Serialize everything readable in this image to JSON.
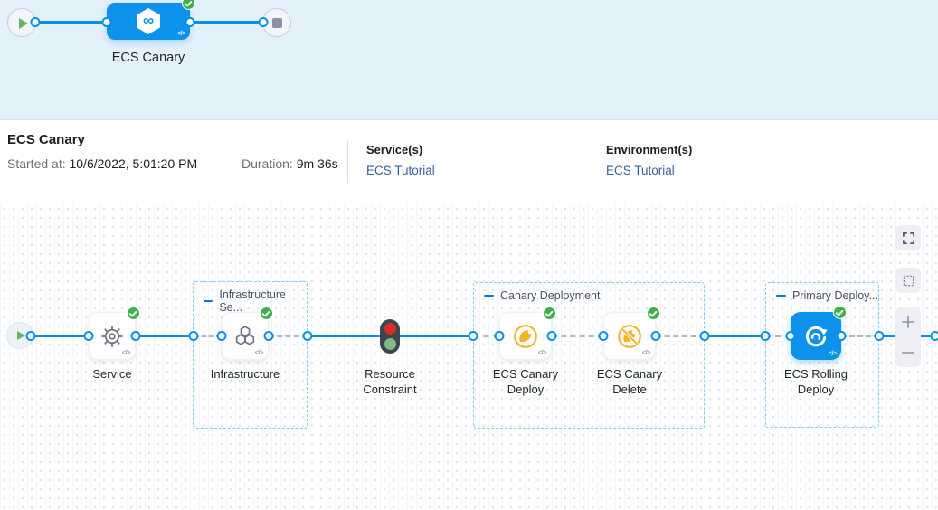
{
  "stage_graph": {
    "stage_label": "ECS Canary",
    "infinity_glyph": "∞"
  },
  "summary": {
    "title": "ECS Canary",
    "started_label": "Started at:",
    "started_value": "10/6/2022, 5:01:20 PM",
    "duration_label": "Duration:",
    "duration_value": "9m 36s",
    "services_label": "Service(s)",
    "services_value": "ECS Tutorial",
    "environments_label": "Environment(s)",
    "environments_value": "ECS Tutorial"
  },
  "execution_graph": {
    "code_glyph": "</>",
    "groups": {
      "infrastructure": "Infrastructure Se...",
      "canary": "Canary Deployment",
      "primary": "Primary Deploy..."
    },
    "nodes": {
      "service": "Service",
      "infrastructure": "Infrastructure",
      "resource_constraint": "Resource Constraint",
      "canary_deploy": "ECS Canary Deploy",
      "canary_delete": "ECS Canary Delete",
      "rolling_deploy": "ECS Rolling Deploy"
    }
  },
  "colors": {
    "accent_blue": "#0092e4",
    "node_blue": "#0d92ec",
    "success_green": "#3eb14c",
    "link_blue": "#3a5e97",
    "amber": "#f5b32b",
    "header_bg": "#e3f1fb"
  }
}
